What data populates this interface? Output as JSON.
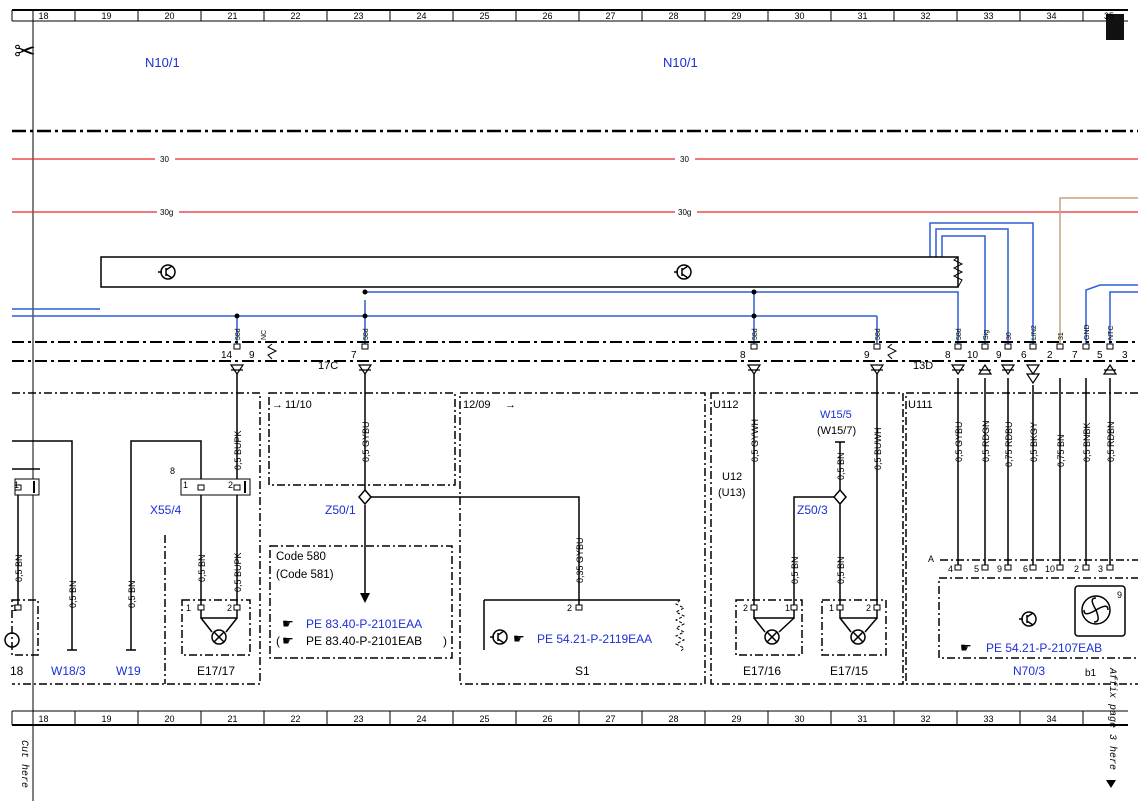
{
  "ruler": {
    "top": [
      "18",
      "19",
      "20",
      "21",
      "22",
      "23",
      "24",
      "25",
      "26",
      "27",
      "28",
      "29",
      "30",
      "31",
      "32",
      "33",
      "34"
    ],
    "bottom": [
      "18",
      "19",
      "20",
      "21",
      "22",
      "23",
      "24",
      "25",
      "26",
      "27",
      "28",
      "29",
      "30",
      "31",
      "32",
      "33",
      "34"
    ]
  },
  "corner_mark": "35",
  "headers": {
    "left": "N10/1",
    "right": "N10/1"
  },
  "circuits": {
    "c30_a": "30",
    "c30_b": "30",
    "c30g_a": "30g",
    "c30g_b": "30g"
  },
  "connectors": {
    "c17c": "17C",
    "c13d": "13D"
  },
  "pins_top": {
    "p14": "14",
    "p9a": "9",
    "p7": "7",
    "p8a": "8",
    "p9b": "9",
    "p8b": "8",
    "p10": "10",
    "p9c": "9",
    "p6": "6",
    "p2": "2",
    "p7b": "7",
    "p5": "5",
    "p3": "3"
  },
  "signals": {
    "s58d_a": "58d",
    "nc": "NC",
    "s58d_b": "58d",
    "s58d_c": "58d",
    "s58d_d": "58d",
    "s58d_e": "58d",
    "sig": "Sig",
    "s30": "30",
    "lin2": "LIN2",
    "s31": "31",
    "gnd": "GND",
    "ntc": "NTC"
  },
  "wires": {
    "w_bupk_top": "0,5 BUPK",
    "w_gybu_top": "0,5 GYBU",
    "w_gywh": "0,5 GYWH",
    "w_buwh": "0,5 BUWH",
    "w_gybu_r": "0,5 GYBU",
    "w_rdgn": "0,5 RDGN",
    "w_rdbu": "0,75 RDBU",
    "w_bkgy": "0,5 BKGY",
    "w_bn075": "0,75 BN",
    "w_bnbk": "0,5 BNBK",
    "w_rdbn": "0,5 RDBN",
    "w_bn1": "0,5 BN",
    "w_bn2": "0,5 BN",
    "w_bn3": "0,5 BN",
    "w_bn4": "0,5 BN",
    "w_bupk2": "0,5 BUPK",
    "w_gybu035": "0,35 GYBU",
    "w_bn5": "0,5 BN",
    "w_bn6": "0,5 BN",
    "w_bn7": "0,5 BN"
  },
  "refs": {
    "r1110": "11/10",
    "r1209": "12/09",
    "u112": "U112",
    "u111": "U111",
    "w15_5": "W15/5",
    "w15_7": "(W15/7)",
    "u12": "U12",
    "u13": "(U13)"
  },
  "components": {
    "x55_4": "X55/4",
    "z50_1": "Z50/1",
    "z50_3": "Z50/3",
    "e17_17": "E17/17",
    "e17_16": "E17/16",
    "e17_15": "E17/15",
    "w18_3": "W18/3",
    "w19": "W19",
    "s1": "S1",
    "n70_3": "N70/3",
    "b1": "b1",
    "n18": "18"
  },
  "notes": {
    "code580": "Code 580",
    "code581": "(Code 581)",
    "pe_a": "PE 83.40-P-2101EAA",
    "pe_b": "PE 83.40-P-2101EAB",
    "pe_c": "PE 54.21-P-2119EAA",
    "pe_d": "PE 54.21-P-2107EAB"
  },
  "lower_pins": {
    "a": "A",
    "lp4": "4",
    "lp5": "5",
    "lp9": "9",
    "lp6": "6",
    "lp10": "10",
    "lp2": "2",
    "lp3": "3",
    "x1": "1",
    "x2": "2",
    "x8": "8",
    "e1a": "1",
    "e2a": "2",
    "s2": "2",
    "e2b": "2",
    "e1b": "1",
    "e1c": "1",
    "e2c": "2",
    "l1": "1",
    "l1b": "1",
    "p9": "9"
  },
  "cut_here": "Cut here",
  "affix_here": "Affix page 3 here",
  "colors": {
    "wire_red": "#e8262a",
    "wire_blue": "#2a5fd6",
    "wire_brown": "#c8a27e",
    "label_blue": "#1a2fd8"
  }
}
